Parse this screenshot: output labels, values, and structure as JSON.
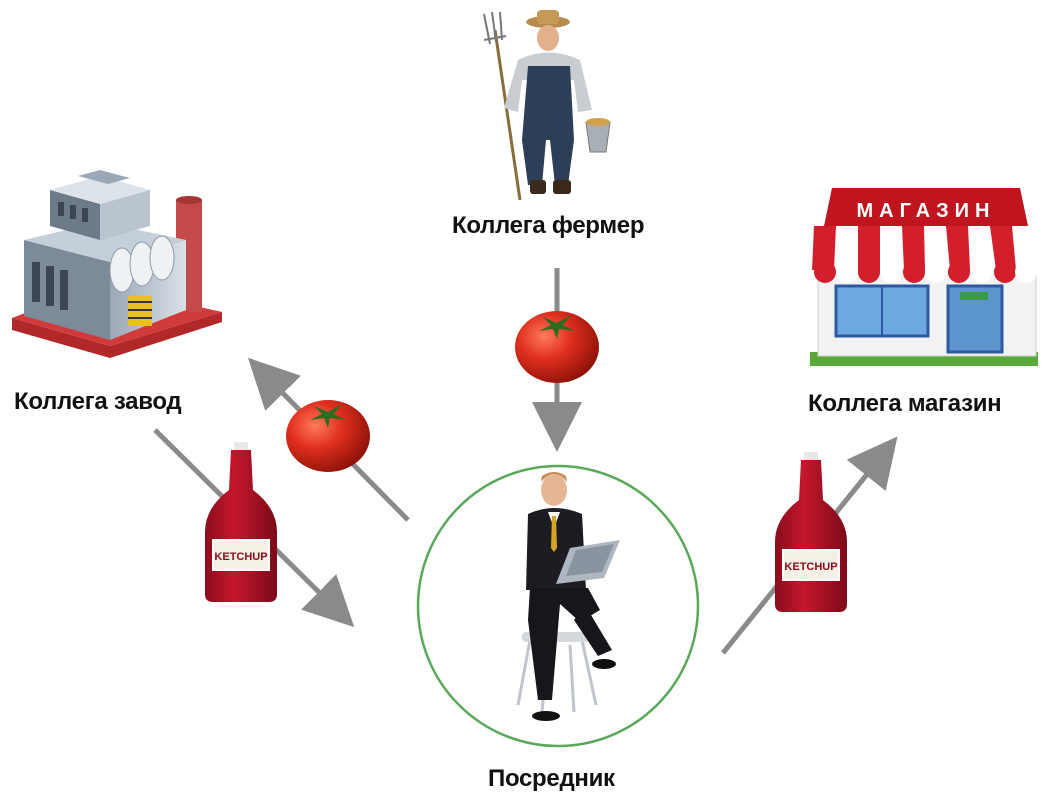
{
  "labels": {
    "farmer": "Коллега фермер",
    "factory": "Коллега завод",
    "shop": "Коллега магазин",
    "broker": "Посредник"
  },
  "signs": {
    "shop_sign": "МАГАЗИН",
    "ketchup": "KETCHUP"
  },
  "colors": {
    "arrow": "#8a8a8a",
    "circle": "#5aa85a",
    "tomato": "#d42a1e",
    "ketchup_bottle": "#b3122a",
    "awning_red": "#d21f2b",
    "factory_base": "#d13a3a"
  },
  "icons": [
    "farmer-icon",
    "factory-icon",
    "shop-icon",
    "businessman-icon",
    "tomato-icon",
    "ketchup-bottle-icon"
  ]
}
